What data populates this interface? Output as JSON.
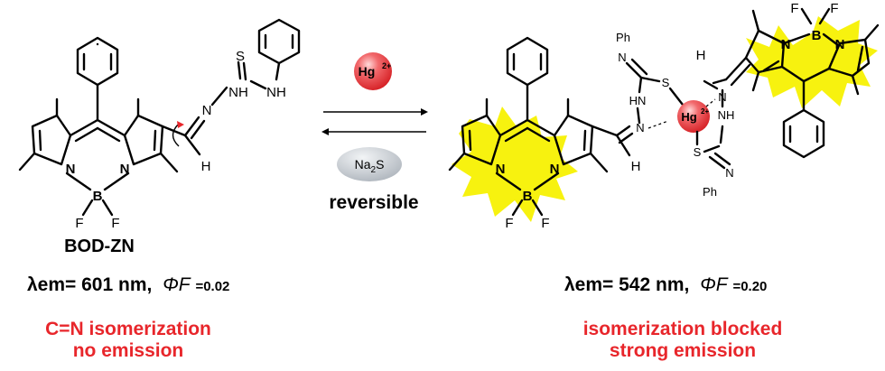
{
  "colors": {
    "highlight": "#f7f20f",
    "mercury": "#e8262b",
    "status_text": "#e8262b",
    "sulfide_pill": "#c6ccd3",
    "ink": "#000000"
  },
  "reaction": {
    "forward_reagent": {
      "symbol": "Hg",
      "charge": "2+"
    },
    "reverse_reagent": {
      "formula": "Na",
      "subscript": "2",
      "suffix": "S"
    },
    "note": "reversible"
  },
  "left": {
    "compound_name": "BOD-ZN",
    "atoms": {
      "n1": "N",
      "n2": "N",
      "b": "B",
      "f1": "F",
      "f2": "F",
      "imine_n": "N",
      "hydrazine_nh": "NH",
      "thio_s": "S",
      "amide_nh": "NH",
      "imine_h": "H"
    },
    "emission": {
      "lambda": "λem= 601 nm,",
      "phi": "ΦF",
      "phi_value": "=0.02"
    },
    "status": [
      "C=N isomerization",
      "no emission"
    ]
  },
  "right": {
    "atoms": {
      "n1": "N",
      "n2": "N",
      "b": "B",
      "f1": "F",
      "f2": "F",
      "h": "H",
      "hg": "Hg",
      "hg_charge": "2+",
      "top_ph": "Ph",
      "top_n": "N",
      "top_s": "S",
      "top_hn": "HN",
      "top_n2": "N",
      "bot_n": "N",
      "bot_nh": "NH",
      "bot_s": "S",
      "bot_n2": "N",
      "bot_ph": "Ph",
      "r_h": "H",
      "r_n1": "N",
      "r_b": "B",
      "r_n2": "N",
      "r_f1": "F",
      "r_f2": "F"
    },
    "emission": {
      "lambda": "λem= 542 nm,",
      "phi": "ΦF",
      "phi_value": "=0.20"
    },
    "status": [
      "isomerization blocked",
      "strong emission"
    ]
  }
}
